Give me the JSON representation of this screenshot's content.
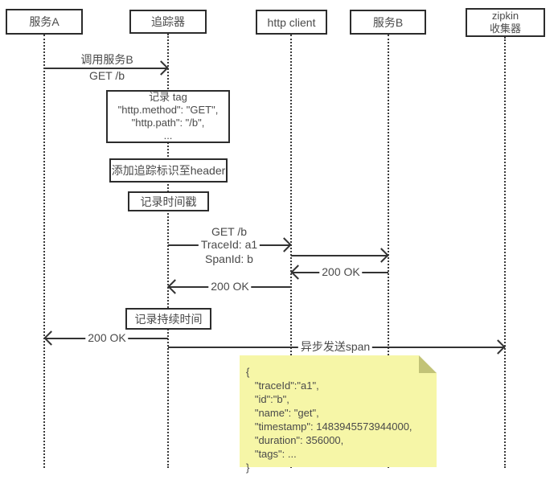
{
  "participants": [
    {
      "label": "服务A"
    },
    {
      "label": "追踪器"
    },
    {
      "label": "http client"
    },
    {
      "label": "服务B"
    },
    {
      "label": "zipkin\n收集器"
    }
  ],
  "messages": {
    "call_service_b": "调用服务B",
    "call_service_b_sub": "GET /b",
    "get_b": "GET /b",
    "trace_id": "TraceId: a1",
    "span_id": "SpanId: b",
    "ok_from_service_b": "200 OK",
    "ok_from_client": "200 OK",
    "ok_to_service_a": "200 OK",
    "async_send_span": "异步发送span"
  },
  "activities": {
    "record_tag_title": "记录 tag",
    "record_tag_line1": "\"http.method\": \"GET\",",
    "record_tag_line2": "\"http.path\": \"/b\",",
    "record_tag_line3": "...",
    "add_trace_header": "添加追踪标识至header",
    "record_timestamp": "记录时间戳",
    "record_duration": "记录持续时间"
  },
  "note": {
    "text": "{\n   \"traceId\":\"a1\",\n   \"id\":\"b\",\n   \"name\": \"get\",\n   \"timestamp\": 1483945573944000,\n   \"duration\": 356000,\n   \"tags\": ...\n}"
  },
  "colors": {
    "note_background": "#f6f6a7",
    "note_fold": "#c2c377",
    "line": "#333333",
    "text": "#4a4a4a"
  }
}
